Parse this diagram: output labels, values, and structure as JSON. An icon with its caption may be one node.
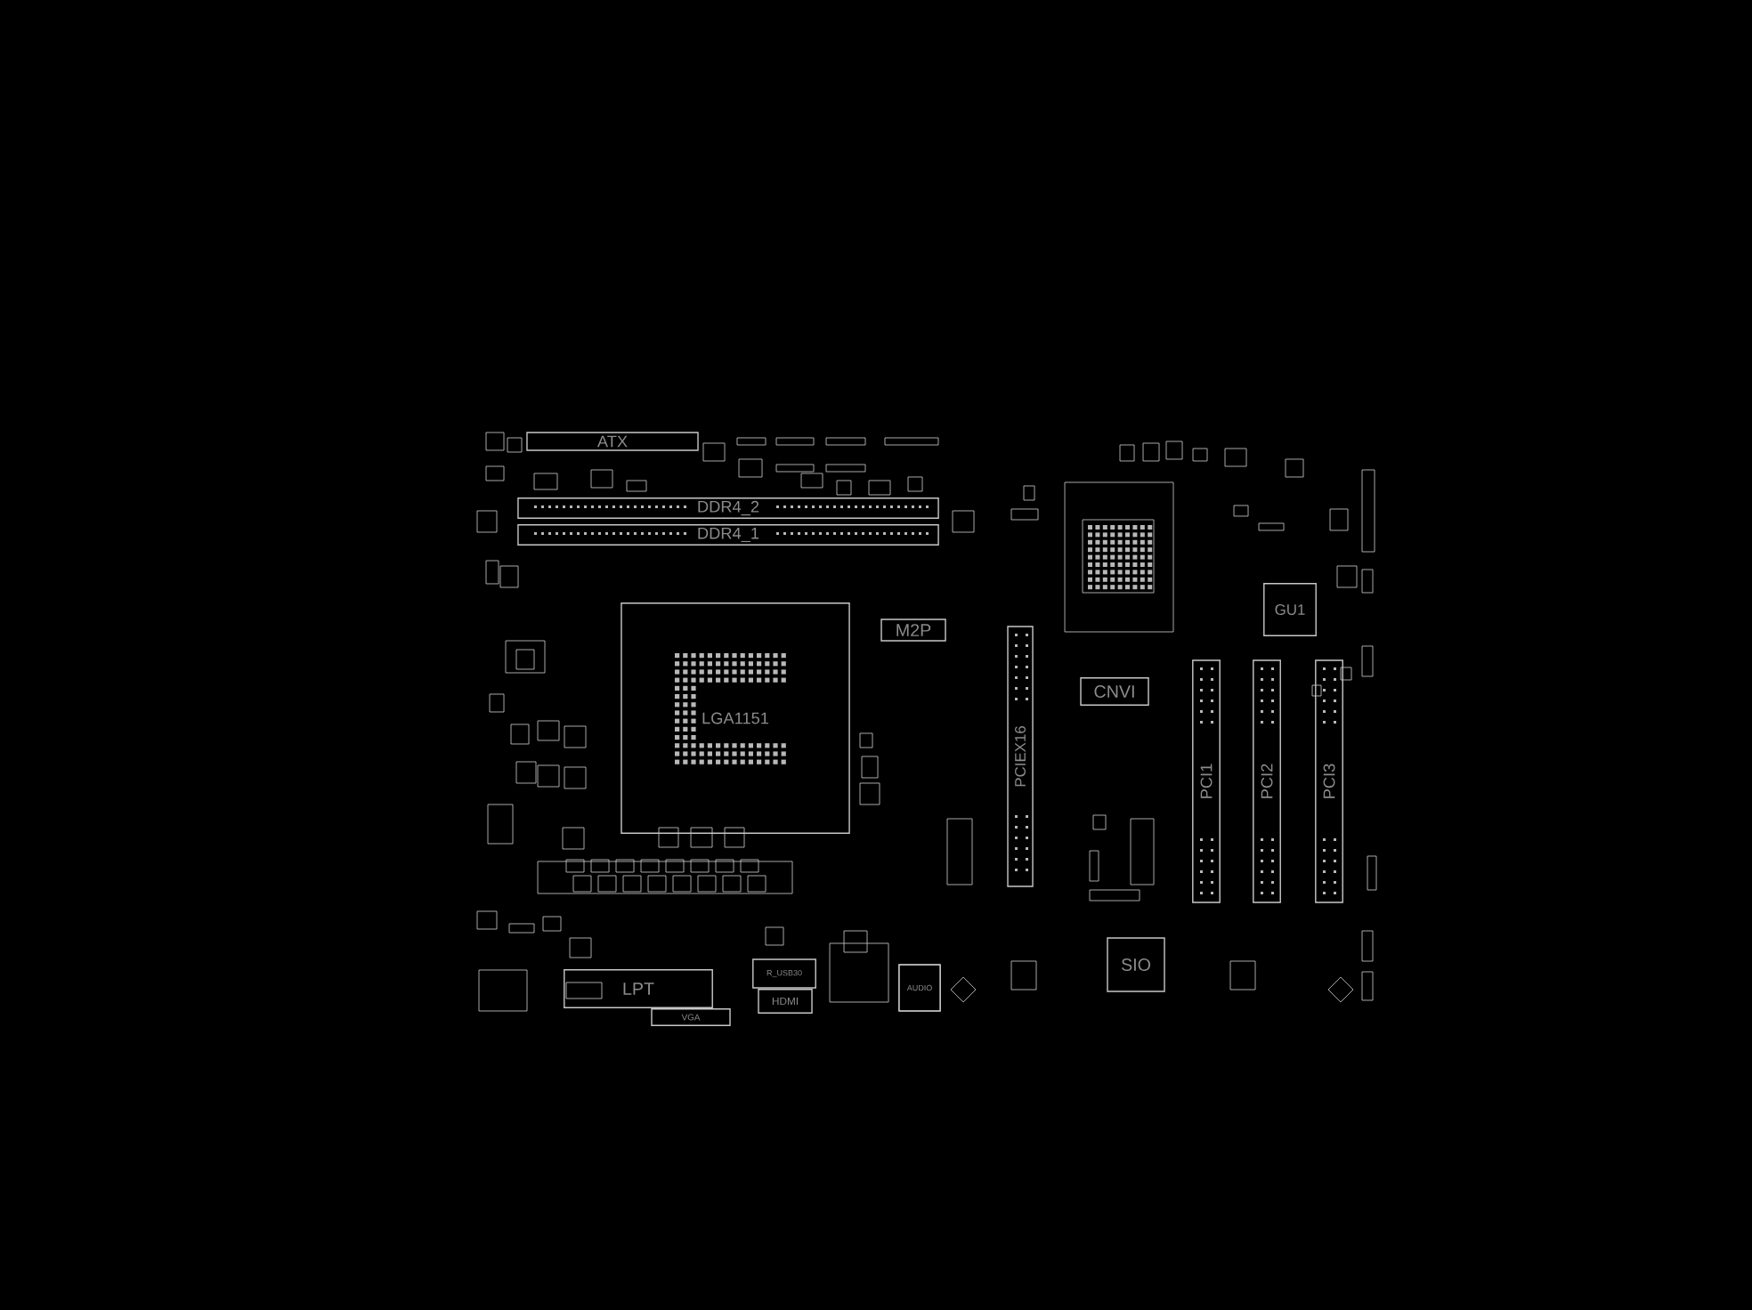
{
  "diagram": {
    "nodes": [
      {
        "text": [
          "ATX"
        ]
      },
      {
        "text": [
          "DDR4_2"
        ]
      },
      {
        "text": [
          "DDR4_1"
        ]
      },
      {
        "text": [
          "LGA1151"
        ]
      },
      {
        "text": [
          "M2P"
        ]
      },
      {
        "text": [
          "PCIEX16"
        ]
      },
      {
        "text": [
          "CNVI"
        ]
      },
      {
        "text": [
          "GU1"
        ]
      },
      {
        "text": [
          "PCI1"
        ]
      },
      {
        "text": [
          "PCI2"
        ]
      },
      {
        "text": [
          "PCI3"
        ]
      },
      {
        "text": [
          "SIO"
        ]
      },
      {
        "text": [
          "LPT"
        ]
      },
      {
        "text": [
          "R_USB30"
        ]
      },
      {
        "text": [
          "HDMI"
        ]
      },
      {
        "text": [
          "VGA"
        ]
      },
      {
        "text": [
          "AUDIO"
        ]
      }
    ]
  }
}
